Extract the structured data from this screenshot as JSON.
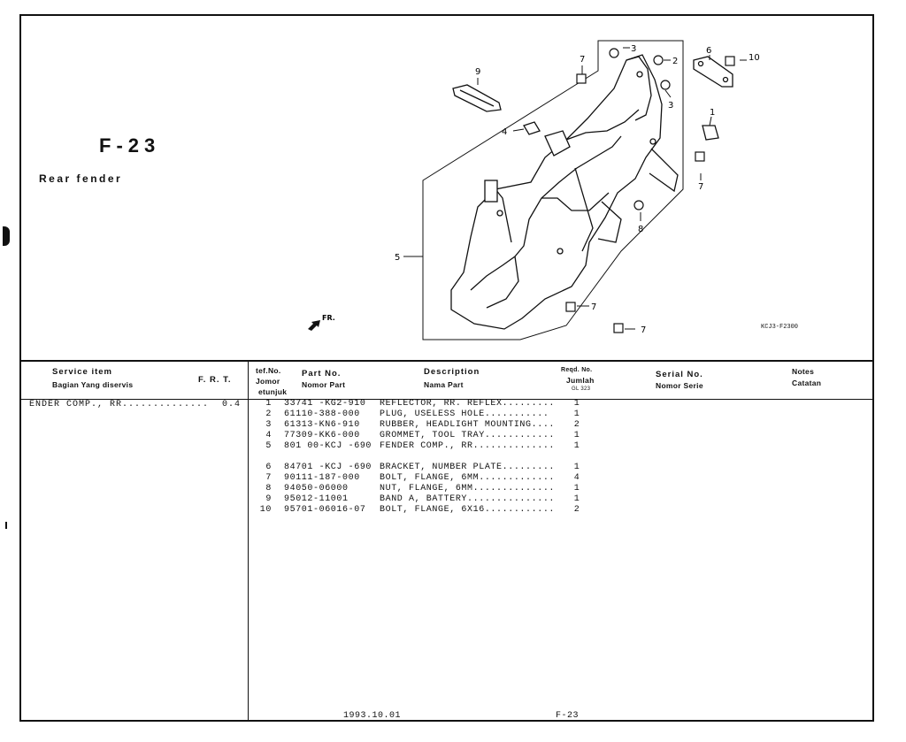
{
  "page": {
    "title": "F-23",
    "subtitle": "Rear fender",
    "diagram_code": "KCJ3-F2300",
    "fr_label": "FR.",
    "date": "1993.10.01",
    "page_ref": "F-23"
  },
  "headers": {
    "service_item": "Service   item",
    "service_item_id": "Bagian Yang diservis",
    "frt": "F. R. T.",
    "ref_no": "tef.No.",
    "ref_no_id_1": "Jomor",
    "ref_no_id_2": "etunjuk",
    "part_no": "Part  No.",
    "part_no_id": "Nomor Part",
    "description": "Description",
    "description_id": "Nama  Part",
    "reqd_no": "Reqd. No.",
    "reqd_no_id": "Jumlah",
    "reqd_model": "GL 323",
    "serial_no": "Serial  No.",
    "serial_no_id": "Nomor  Serie",
    "notes": "Notes",
    "notes_id": "Catatan"
  },
  "service_item": {
    "name": "ENDER  COMP.,  RR..............",
    "frt": "0.4"
  },
  "parts_group_1": [
    {
      "ref": "1",
      "part_no": "33741 -KG2-910",
      "description": "REFLECTOR, RR. REFLEX.........",
      "qty": "1"
    },
    {
      "ref": "2",
      "part_no": "61110-388-000",
      "description": "PLUG, USELESS HOLE...........",
      "qty": "1"
    },
    {
      "ref": "3",
      "part_no": "61313-KN6-910",
      "description": "RUBBER, HEADLIGHT MOUNTING....",
      "qty": "2"
    },
    {
      "ref": "4",
      "part_no": "77309-KK6-000",
      "description": "GROMMET, TOOL TRAY............",
      "qty": "1"
    },
    {
      "ref": "5",
      "part_no": "801 00-KCJ -690",
      "description": "FENDER COMP., RR..............",
      "qty": "1"
    }
  ],
  "parts_group_2": [
    {
      "ref": "6",
      "part_no": "84701 -KCJ -690",
      "description": "BRACKET, NUMBER PLATE.........",
      "qty": "1"
    },
    {
      "ref": "7",
      "part_no": "90111-187-000",
      "description": "BOLT, FLANGE, 6MM.............",
      "qty": "4"
    },
    {
      "ref": "8",
      "part_no": "94050-06000",
      "description": "NUT, FLANGE, 6MM..............",
      "qty": "1"
    },
    {
      "ref": "9",
      "part_no": "95012-11001",
      "description": "BAND A, BATTERY...............",
      "qty": "1"
    },
    {
      "ref": "10",
      "part_no": "95701-06016-07",
      "description": "BOLT, FLANGE, 6X16............",
      "qty": "2"
    }
  ],
  "callouts": {
    "c1": "1",
    "c2": "2",
    "c3a": "3",
    "c3b": "3",
    "c4": "4",
    "c5": "5",
    "c6": "6",
    "c7a": "7",
    "c7b": "7",
    "c7c": "7",
    "c7d": "7",
    "c8": "8",
    "c9": "9",
    "c10": "10"
  }
}
